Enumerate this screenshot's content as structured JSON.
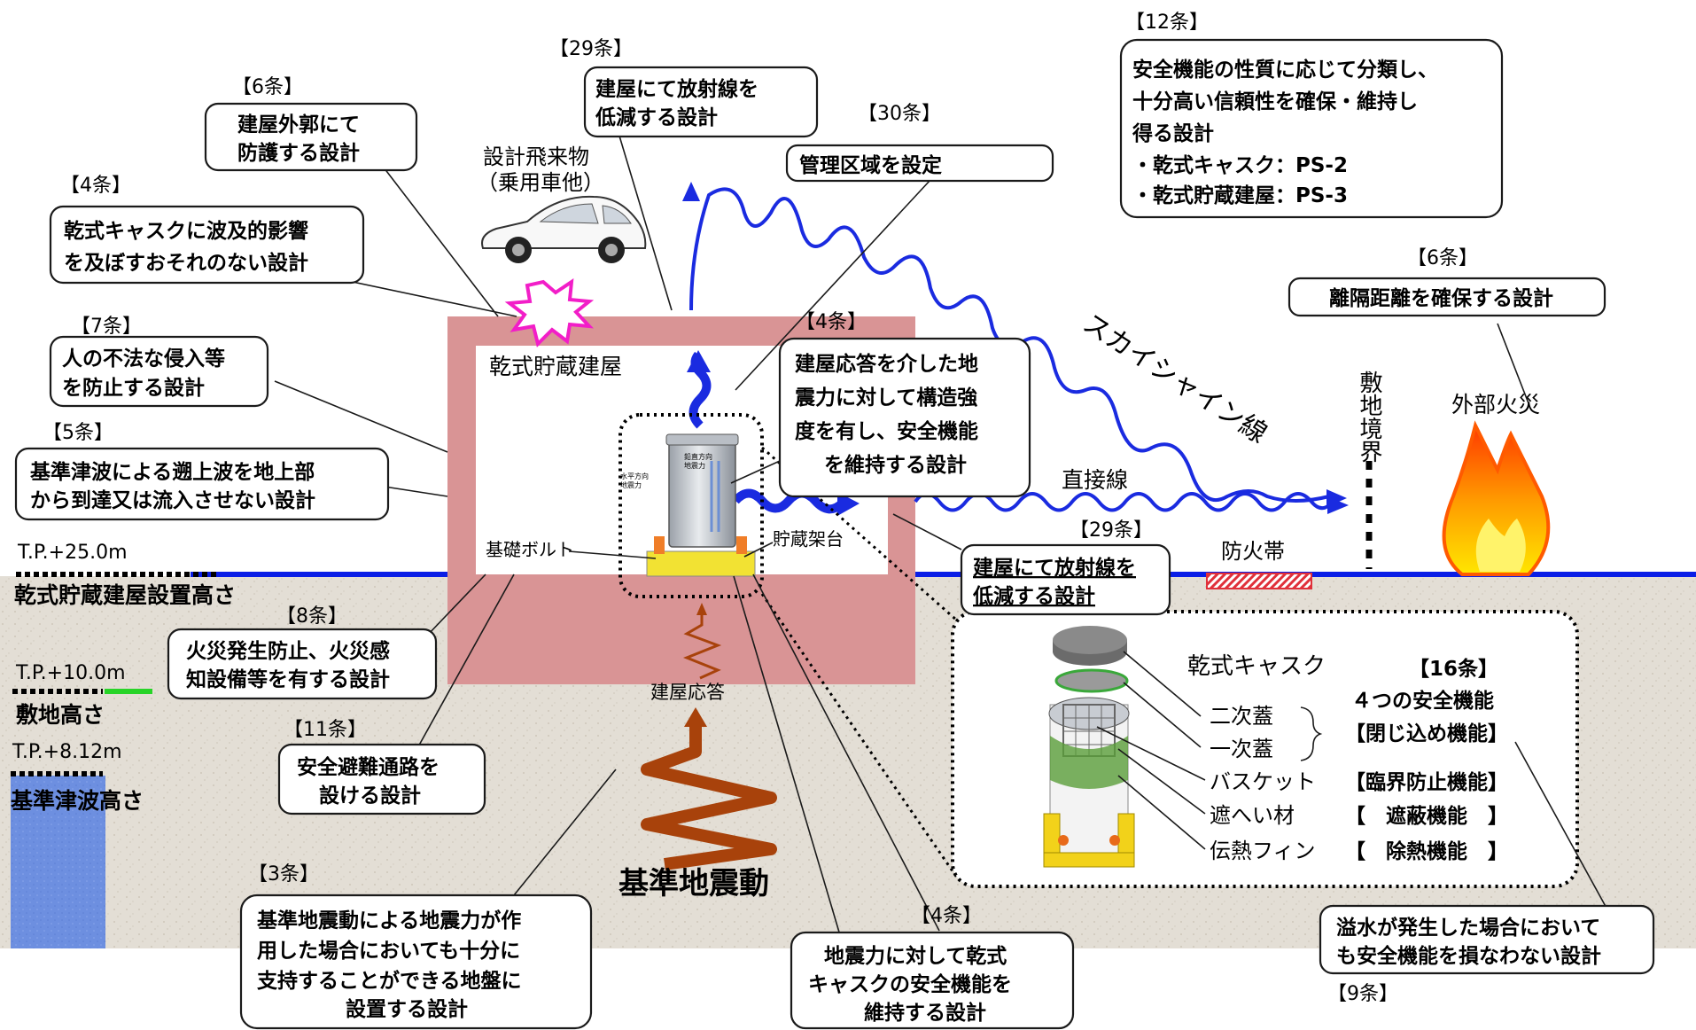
{
  "colors": {
    "ground": "#e4dfd6",
    "building": "#d99495",
    "ground_line": "#0a1ee6",
    "tsunami_water": "#6d8fe0",
    "radiation_wave": "#1a2be0",
    "seismic_arrow": "#a8420b",
    "site_height_marker": "#28d428",
    "firebreak": "#e0303a",
    "burst": "#f21ec8"
  },
  "icons": {
    "car": "car-icon",
    "impact": "impact-burst-icon",
    "fire": "fire-icon",
    "cask": "cask-cross-section-icon",
    "rack": "storage-rack-icon"
  },
  "labels": {
    "flying_object": [
      "設計飛来物",
      "（乗用車他）"
    ],
    "building": "乾式貯蔵建屋",
    "foundation_bolt": "基礎ボルト",
    "storage_rack": "貯蔵架台",
    "building_response": "建屋応答",
    "ground_motion": "基準地震動",
    "direct_ray": "直接線",
    "skyshine": "スカイシャイン線",
    "site_boundary": "敷地境界",
    "external_fire": "外部火災",
    "firebreak": "防火帯",
    "cask_inner_labels": [
      "鉛直方向",
      "地震力",
      "水平方向",
      "地震力"
    ]
  },
  "elevations": [
    {
      "level": "T.P.+25.0m",
      "name": "乾式貯蔵建屋設置高さ"
    },
    {
      "level": "T.P.+10.0m",
      "name": "敷地高さ"
    },
    {
      "level": "T.P.+8.12m",
      "name": "基準津波高さ"
    }
  ],
  "callouts": {
    "art12": {
      "article": "【12条】",
      "lines": [
        "安全機能の性質に応じて分類し、",
        "十分高い信頼性を確保・維持し",
        "得る設計",
        "・乾式キャスク：PS-2",
        "・乾式貯蔵建屋：PS-3"
      ]
    },
    "art29_top": {
      "article": "【29条】",
      "lines": [
        "建屋にて放射線を",
        "低減する設計"
      ]
    },
    "art30": {
      "article": "【30条】",
      "lines": [
        "管理区域を設定"
      ]
    },
    "art6_top": {
      "article": "【6条】",
      "lines": [
        "建屋外郭にて",
        "防護する設計"
      ]
    },
    "art4_top": {
      "article": "【4条】",
      "lines": [
        "乾式キャスクに波及的影響",
        "を及ぼすおそれのない設計"
      ]
    },
    "art7": {
      "article": "【7条】",
      "lines": [
        "人の不法な侵入等",
        "を防止する設計"
      ]
    },
    "art5": {
      "article": "【5条】",
      "lines": [
        "基準津波による遡上波を地上部",
        "から到達又は流入させない設計"
      ]
    },
    "art4_mid": {
      "article": "【4条】",
      "lines": [
        "建屋応答を介した地",
        "震力に対して構造強",
        "度を有し、安全機能",
        "を維持する設計"
      ]
    },
    "art29_mid": {
      "article": "【29条】",
      "lines": [
        "建屋にて放射線を",
        "低減する設計"
      ]
    },
    "art6_right": {
      "article": "【6条】",
      "lines": [
        "離隔距離を確保する設計"
      ]
    },
    "art8": {
      "article": "【8条】",
      "lines": [
        "火災発生防止、火災感",
        "知設備等を有する設計"
      ]
    },
    "art11": {
      "article": "【11条】",
      "lines": [
        "安全避難通路を",
        "設ける設計"
      ]
    },
    "art3": {
      "article": "【3条】",
      "lines": [
        "基準地震動による地震力が作",
        "用した場合においても十分に",
        "支持することができる地盤に",
        "設置する設計"
      ]
    },
    "art4_bottom": {
      "article": "【4条】",
      "lines": [
        "地震力に対して乾式",
        "キャスクの安全機能を",
        "維持する設計"
      ]
    },
    "art9": {
      "article": "【9条】",
      "lines": [
        "溢水が発生した場合において",
        "も安全機能を損なわない設計"
      ]
    }
  },
  "cask_detail": {
    "title": "乾式キャスク",
    "article": "【16条】",
    "heading": "４つの安全機能",
    "parts": [
      {
        "name": "二次蓋",
        "function": ""
      },
      {
        "name": "一次蓋",
        "function": "【閉じ込め機能】"
      },
      {
        "name": "バスケット",
        "function": "【臨界防止機能】"
      },
      {
        "name": "遮へい材",
        "function": "【　遮蔽機能　】"
      },
      {
        "name": "伝熱フィン",
        "function": "【　除熱機能　】"
      }
    ]
  }
}
